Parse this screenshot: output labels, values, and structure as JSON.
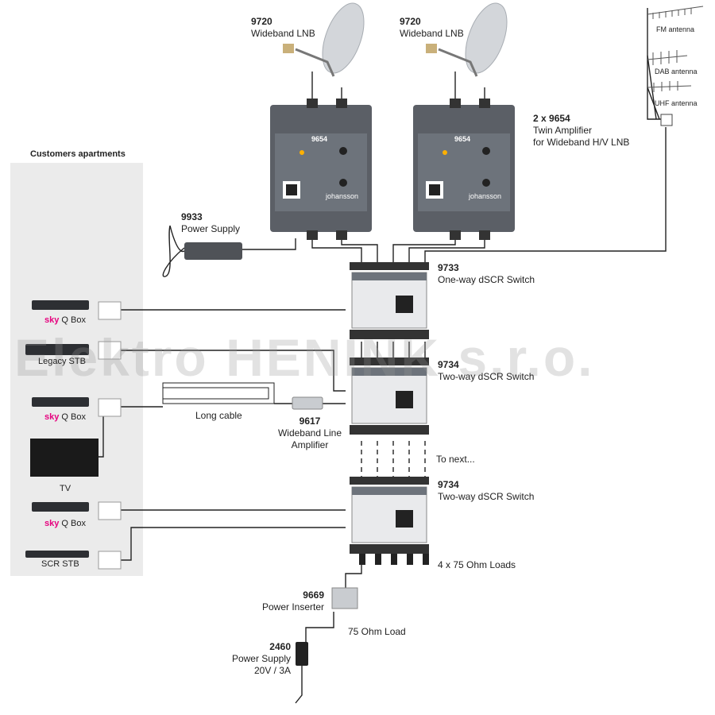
{
  "lnb_left": {
    "code": "9720",
    "name": "Wideband LNB"
  },
  "lnb_right": {
    "code": "9720",
    "name": "Wideband LNB"
  },
  "antennas": {
    "fm": "FM antenna",
    "dab": "DAB antenna",
    "uhf": "UHF antenna"
  },
  "amplifier": {
    "code": "2 x 9654",
    "line1": "Twin Amplifier",
    "line2": "for Wideband H/V LNB",
    "device_label": "9654",
    "brand": "johansson"
  },
  "apartments_title": "Customers apartments",
  "power_supply_9933": {
    "code": "9933",
    "name": "Power Supply"
  },
  "switch_9733": {
    "code": "9733",
    "name": "One-way dSCR Switch"
  },
  "switch_9734_a": {
    "code": "9734",
    "name": "Two-way dSCR Switch"
  },
  "switch_9734_b": {
    "code": "9734",
    "name": "Two-way dSCR Switch"
  },
  "to_next": "To next...",
  "loads_4": "4 x 75 Ohm Loads",
  "line_amp": {
    "code": "9617",
    "line1": "Wideband Line",
    "line2": "Amplifier"
  },
  "long_cable": "Long cable",
  "devices": {
    "sky_q_box": "Q Box",
    "sky_brand": "sky",
    "legacy_stb": "Legacy STB",
    "tv": "TV",
    "scr_stb": "SCR STB"
  },
  "power_inserter": {
    "code": "9669",
    "name": "Power Inserter"
  },
  "load_75": "75 Ohm Load",
  "power_supply_2460": {
    "code": "2460",
    "name": "Power Supply",
    "spec": "20V / 3A"
  },
  "watermark": "Elektro HENINK s.r.o."
}
